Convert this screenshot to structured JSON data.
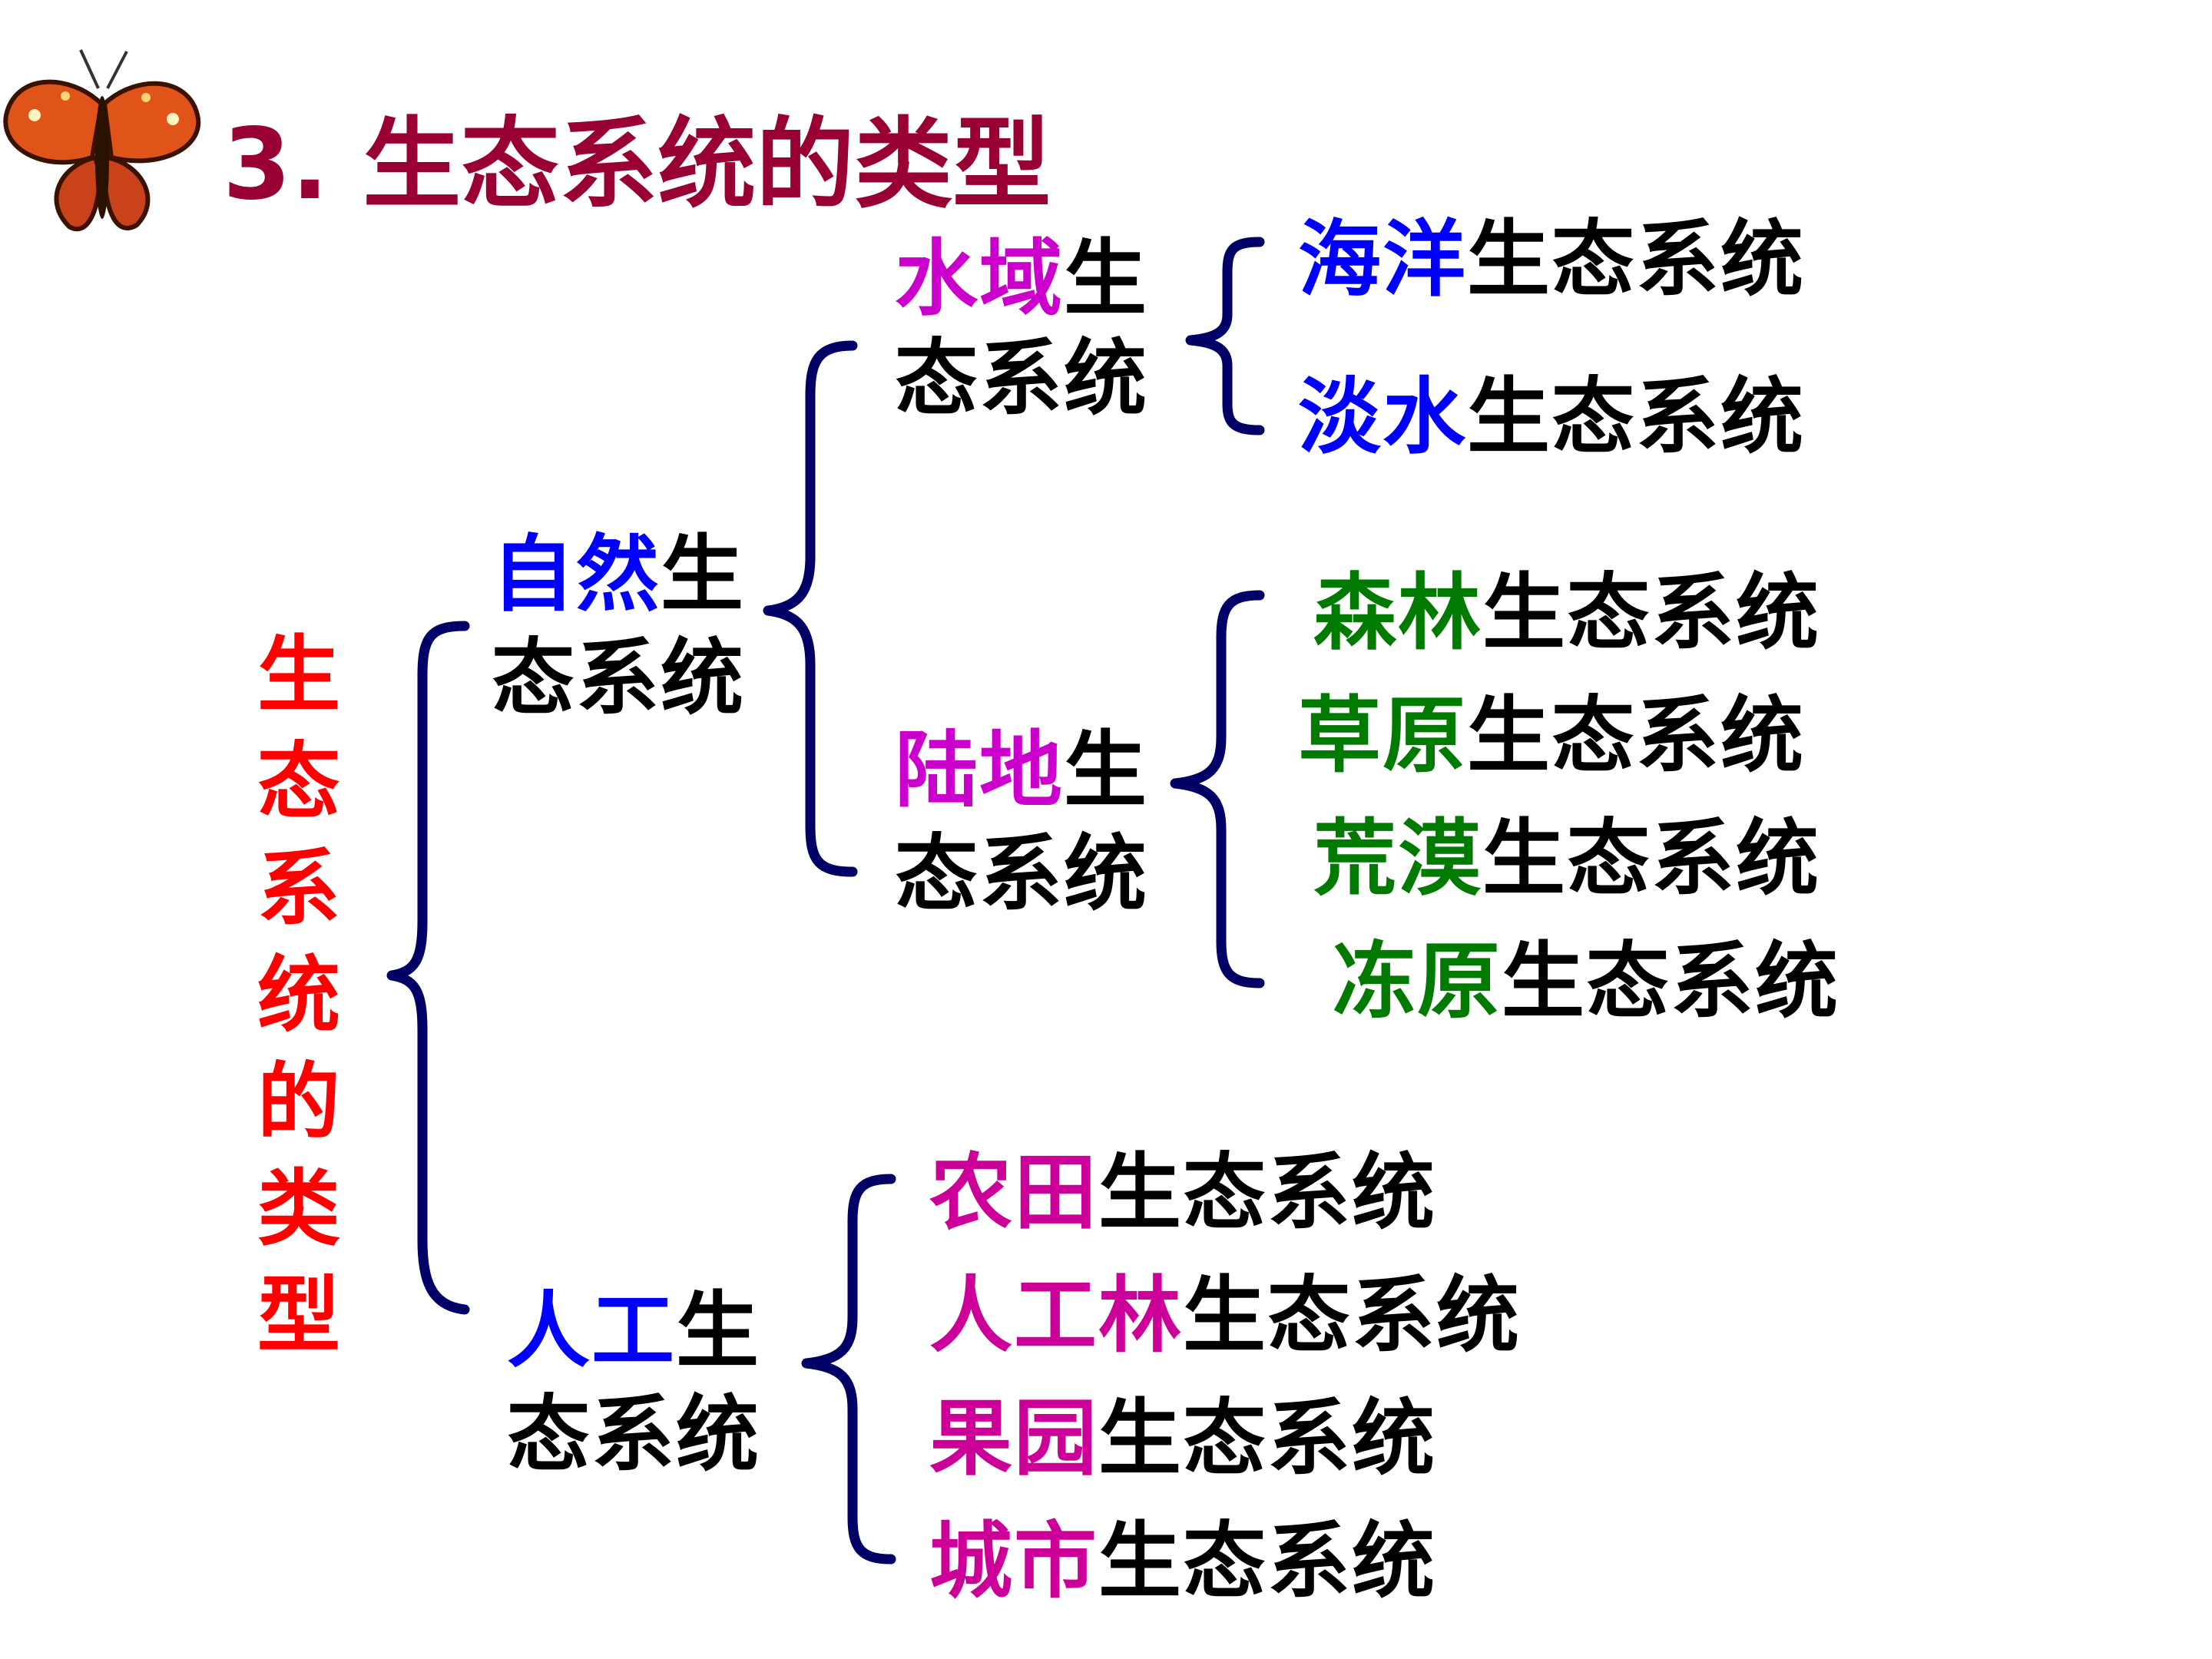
{
  "title": "3. 生态系统的类型",
  "root": {
    "label_chars": [
      "生",
      "态",
      "系",
      "统",
      "的",
      "类",
      "型"
    ]
  },
  "colors": {
    "title": "#990033",
    "root": "#ff0000",
    "brace": "#000066",
    "blue": "#0000ff",
    "magenta": "#cc00cc",
    "green": "#007a00",
    "rose": "#cc0099",
    "black": "#000000"
  },
  "natural": {
    "hl": "自然",
    "line1_rest": "生",
    "line2": "态系统",
    "aquatic": {
      "hl": "水域",
      "line1_rest": "生",
      "line2": "态系统",
      "children": [
        {
          "hl": "海洋",
          "rest": "生态系统"
        },
        {
          "hl": "淡水",
          "rest": "生态系统"
        }
      ]
    },
    "terrestrial": {
      "hl": "陆地",
      "line1_rest": "生",
      "line2": "态系统",
      "children": [
        {
          "hl": "森林",
          "rest": "生态系统"
        },
        {
          "hl": "草原",
          "rest": "生态系统"
        },
        {
          "hl": "荒漠",
          "rest": "生态系统"
        },
        {
          "hl": "冻原",
          "rest": "生态系统"
        }
      ]
    }
  },
  "artificial": {
    "hl": "人工",
    "line1_rest": "生",
    "line2": "态系统",
    "children": [
      {
        "hl": "农田",
        "rest": "生态系统"
      },
      {
        "hl": "人工林",
        "rest": "生态系统"
      },
      {
        "hl": "果园",
        "rest": "生态系统"
      },
      {
        "hl": "城市",
        "rest": "生态系统"
      }
    ]
  },
  "icons": {
    "decoration": "butterfly-icon"
  }
}
